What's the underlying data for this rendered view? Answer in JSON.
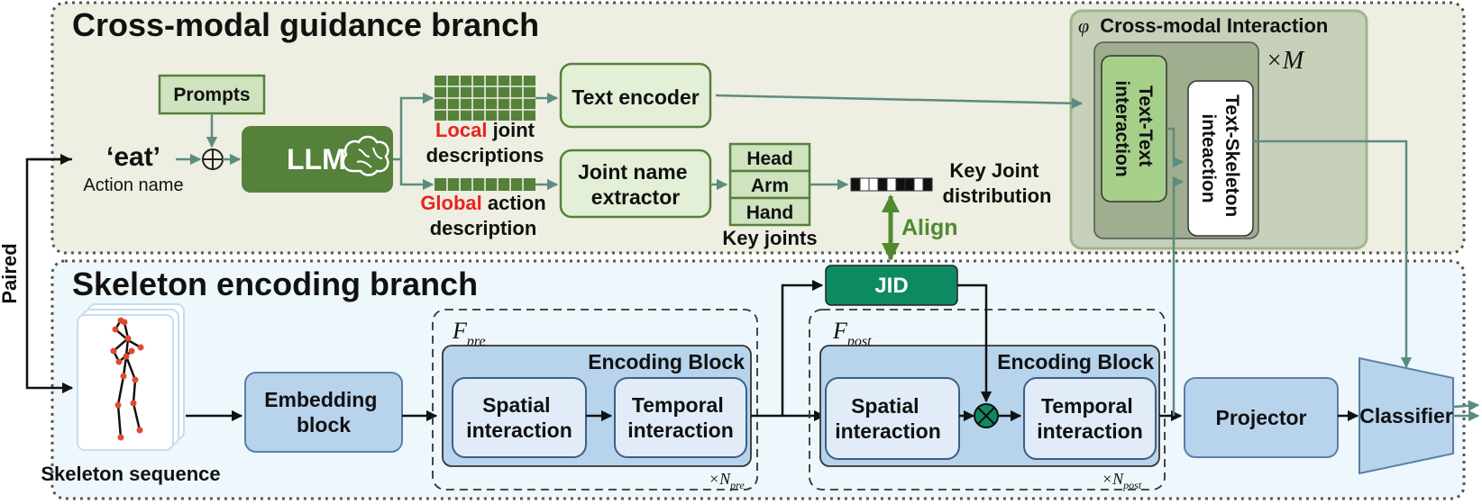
{
  "cross_modal": {
    "title": "Cross-modal guidance branch",
    "action_word": "‘eat’",
    "action_name_label": "Action name",
    "prompts_label": "Prompts",
    "llm_label": "LLM",
    "local_word": "Local",
    "local_rest": " joint",
    "local_line2": "descriptions",
    "global_word": "Global",
    "global_rest": " action",
    "global_line2": "description",
    "text_encoder_label": "Text encoder",
    "joint_extractor_line1": "Joint name",
    "joint_extractor_line2": "extractor",
    "key_joints": [
      "Head",
      "Arm",
      "Hand"
    ],
    "key_joints_label": "Key joints",
    "key_joint_dist_line1": "Key Joint",
    "key_joint_dist_line2": "distribution",
    "align_label": "Align"
  },
  "interaction": {
    "phi_symbol": "φ",
    "title": "Cross-modal Interaction",
    "repeat_symbol": "×M",
    "text_text_line1": "Text-Text",
    "text_text_line2": "interaction",
    "text_skeleton_line1": "Text-Skeleton",
    "text_skeleton_line2": "inteaction"
  },
  "skeleton": {
    "title": "Skeleton encoding branch",
    "paired_label": "Paired",
    "sequence_label": "Skeleton sequence",
    "embedding_line1": "Embedding",
    "embedding_line2": "block",
    "jid_label": "JID",
    "projector_label": "Projector",
    "classifier_label": "Classifier",
    "pre": {
      "f_label": "F",
      "f_sub": "pre",
      "block_title": "Encoding Block",
      "spatial_line1": "Spatial",
      "spatial_line2": "interaction",
      "temporal_line1": "Temporal",
      "temporal_line2": "interaction",
      "repeat_prefix": "×N",
      "repeat_sub": "pre"
    },
    "post": {
      "f_label": "F",
      "f_sub": "post",
      "block_title": "Encoding Block",
      "spatial_line1": "Spatial",
      "spatial_line2": "interaction",
      "temporal_line1": "Temporal",
      "temporal_line2": "interaction",
      "repeat_prefix": "×N",
      "repeat_sub": "post"
    }
  },
  "colors": {
    "top_panel_bg": "#eeeee2",
    "bottom_panel_bg": "#eef7fb",
    "dark_green": "#55813a",
    "light_green_fill": "#e3efd6",
    "jid_green": "#0e8a62",
    "arrow_teal": "#5c8c80",
    "block_blue": "#b8d3ec",
    "highlight_red": "#e8231f"
  }
}
